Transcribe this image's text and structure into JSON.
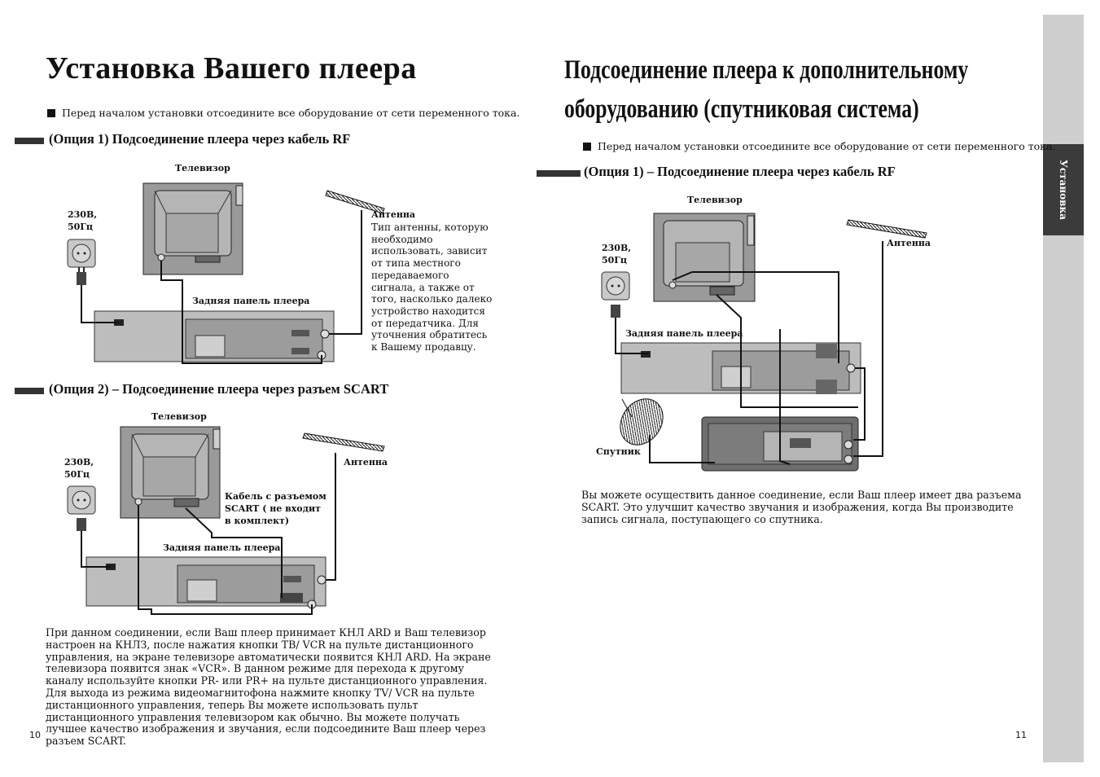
{
  "left": {
    "title": "Установка  Вашего плеера",
    "note": "Перед началом установки отсоедините все оборудование  от сети переменного тока.",
    "option1": "(Опция 1) Подсоединение плеера через кабель RF",
    "option2": "(Опция 2) – Подсоединение плеера через разъем  SCART",
    "diagram1": {
      "tv_label": "Телевизор",
      "power_label_1": "230В,",
      "power_label_2": "50Гц",
      "antenna_title": "Антенна",
      "antenna_desc": "Тип антенны, которую необходимо использовать, зависит от типа местного передаваемого сигнала, а также от того, насколько далеко устройство находится от передатчика. Для уточнения обратитесь к Вашему продавцу.",
      "back_panel_label": "Задняя панель плеера"
    },
    "diagram2": {
      "tv_label": "Телевизор",
      "power_label_1": "230В,",
      "power_label_2": "50Гц",
      "antenna_title": "Антенна",
      "cable_label_1": "Кабель с разъемом",
      "cable_label_2": "SCART ( не входит",
      "cable_label_3": "в комплект)",
      "back_panel_label": "Задняя панель плеера"
    },
    "paragraph": "При данном соединении,  если Ваш плеер принимает КНЛ  ARD  и Ваш телевизор настроен на КНЛЗ, после нажатия кнопки TB/ VCR на пульте дистанционного управления, на экране телевизоре автоматически появится КНЛ  ARD. На  экране телевизора появится знак «VCR». В данном режиме для перехода к другому каналу используйте кнопки PR- или  PR+ на пульте дистанционного управления. Для  выхода из режима видеомагнитофона нажмите кнопку TV/ VCR на  пульте дистанционного управления, теперь Вы можете использовать пульт дистанционного управления телевизором как обычно. Вы можете получать лучшее качество изображения и звучания, если подсоедините  Ваш плеер через  разъем SCART.",
    "page_number": "10"
  },
  "right": {
    "title_line1": "Подсоединение плеера к дополнительному",
    "title_line2": "оборудованию  (спутниковая система)",
    "note": "Перед началом установки отсоедините все оборудование  от сети переменного тока.",
    "option1": "(Опция 1) – Подсоединение плеера через кабель  RF",
    "diagram": {
      "tv_label": "Телевизор",
      "power_label_1": "230В,",
      "power_label_2": "50Гц",
      "antenna_title": "Антенна",
      "back_panel_label": "Задняя панель плеера",
      "satellite_label": "Спутник"
    },
    "paragraph": "Вы можете осуществить данное соединение, если Ваш плеер имеет два разъема SCART.  Это улучшит качество звучания  и  изображения, когда Вы производите запись сигнала, поступающего со спутника.",
    "page_number": "11"
  },
  "side_tab": "Установка",
  "colors": {
    "side_strip": "#cfcfcf",
    "side_tab": "#3b3b3b",
    "device_gray": "#bdbdbd",
    "device_dark": "#6e6e6e"
  }
}
